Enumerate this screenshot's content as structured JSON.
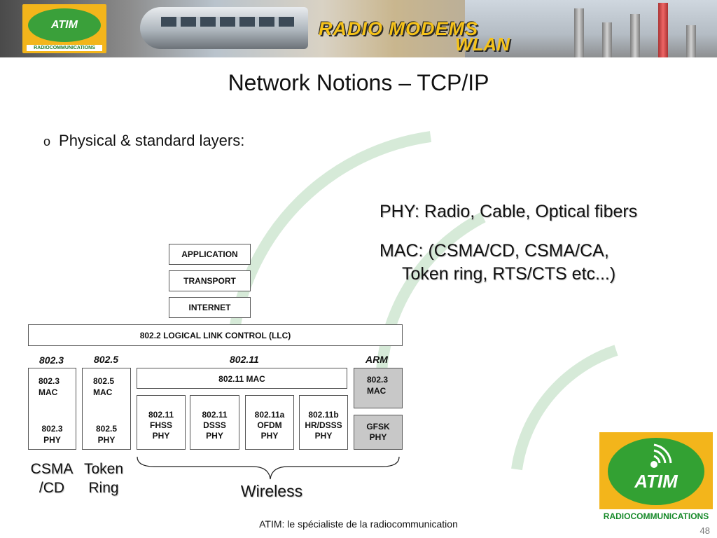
{
  "banner": {
    "logo_text": "ATIM",
    "logo_subtitle": "RADIOCOMMUNICATIONS",
    "title_line1": "RADIO MODEMS",
    "title_line2": "WLAN"
  },
  "slide": {
    "title": "Network Notions – TCP/IP",
    "bullet_marker": "o",
    "bullet_text": "Physical & standard layers:",
    "phy_line": "PHY: Radio, Cable, Optical fibers",
    "mac_line1": "MAC: (CSMA/CD, CSMA/CA,",
    "mac_line2": "Token ring, RTS/CTS etc...)"
  },
  "diagram": {
    "upper_layers": [
      "APPLICATION",
      "TRANSPORT",
      "INTERNET"
    ],
    "llc": "802.2 LOGICAL LINK CONTROL (LLC)",
    "column_labels": {
      "c8023": "802.3",
      "c8025": "802.5",
      "c80211": "802.11",
      "arm": "ARM"
    },
    "col_8023": {
      "mac_line1": "802.3",
      "mac_line2": "MAC",
      "phy_line1": "802.3",
      "phy_line2": "PHY"
    },
    "col_8025": {
      "mac_line1": "802.5",
      "mac_line2": "MAC",
      "phy_line1": "802.5",
      "phy_line2": "PHY"
    },
    "wireless_mac": "802.11 MAC",
    "wireless_phys": [
      {
        "line1": "802.11",
        "line2": "FHSS",
        "line3": "PHY"
      },
      {
        "line1": "802.11",
        "line2": "DSSS",
        "line3": "PHY"
      },
      {
        "line1": "802.11a",
        "line2": "OFDM",
        "line3": "PHY"
      },
      {
        "line1": "802.11b",
        "line2": "HR/DSSS",
        "line3": "PHY"
      }
    ],
    "arm_col": {
      "mac_line1": "802.3",
      "mac_line2": "MAC",
      "phy_line1": "GFSK",
      "phy_line2": "PHY"
    },
    "bottom_labels": {
      "csma_line1": "CSMA",
      "csma_line2": "/CD",
      "token_line1": "Token",
      "token_line2": "Ring",
      "wireless": "Wireless"
    }
  },
  "footer": {
    "text": "ATIM: le spécialiste de la radiocommunication",
    "page_number": "48"
  },
  "logo": {
    "text": "ATIM",
    "subtitle": "RADIOCOMMUNICATIONS"
  },
  "colors": {
    "logo_yellow": "#f3b51b",
    "logo_green": "#33a133",
    "arc_green": "#d6ead8",
    "title_yellow": "#f5c21a"
  }
}
